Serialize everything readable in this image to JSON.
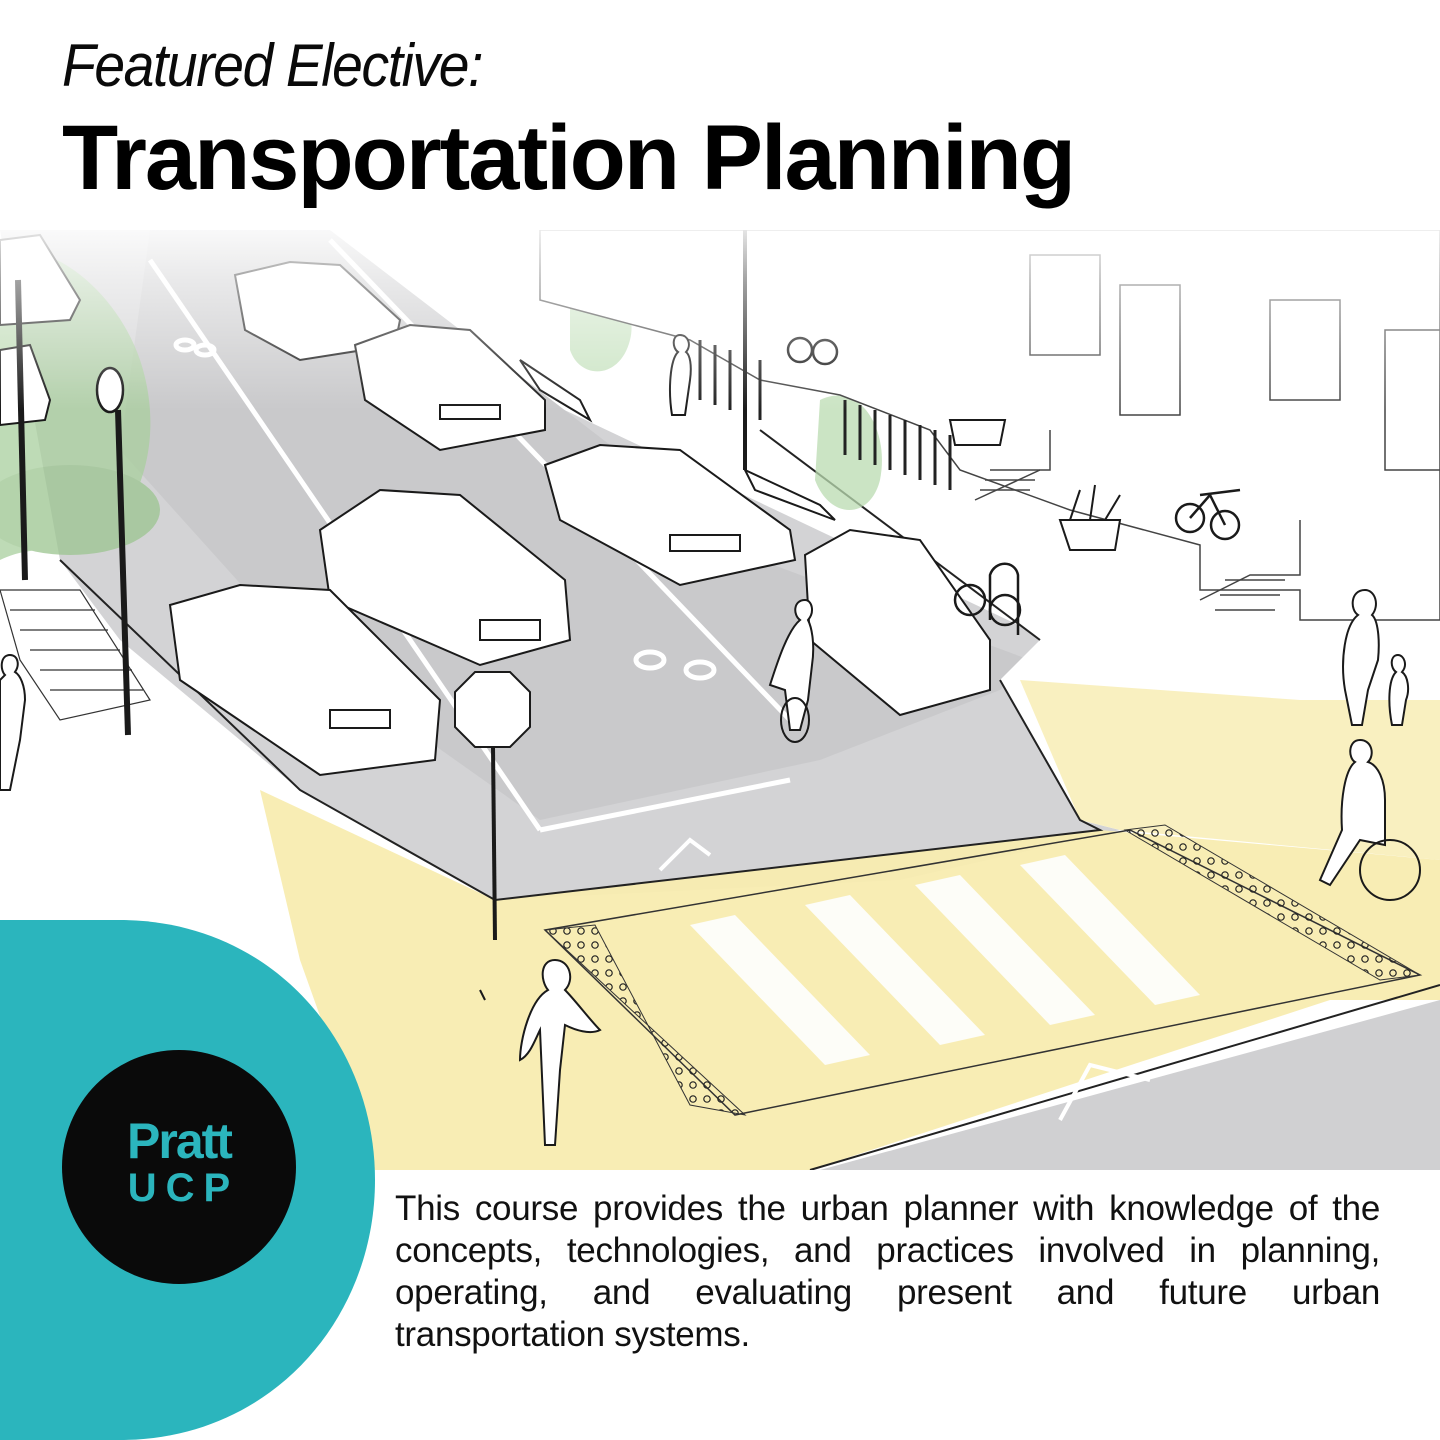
{
  "header": {
    "kicker": "Featured Elective:",
    "title": "Transportation Planning"
  },
  "logo": {
    "line1": "Pratt",
    "line2": "UCP"
  },
  "description": "This course provides the urban planner with knowledge of the concepts, technologies, and practices involved in planning, operating, and evaluating present and future urban transportation systems.",
  "colors": {
    "teal": "#2bb5bd",
    "logo_bg": "#0a0a0a",
    "road_gray": "#cfcfd1",
    "crosswalk_yellow": "#f8ecb0",
    "greenery": "#a9cf9e"
  },
  "illustration": {
    "subject": "complete-street-with-bike-lanes-and-raised-crosswalk"
  }
}
